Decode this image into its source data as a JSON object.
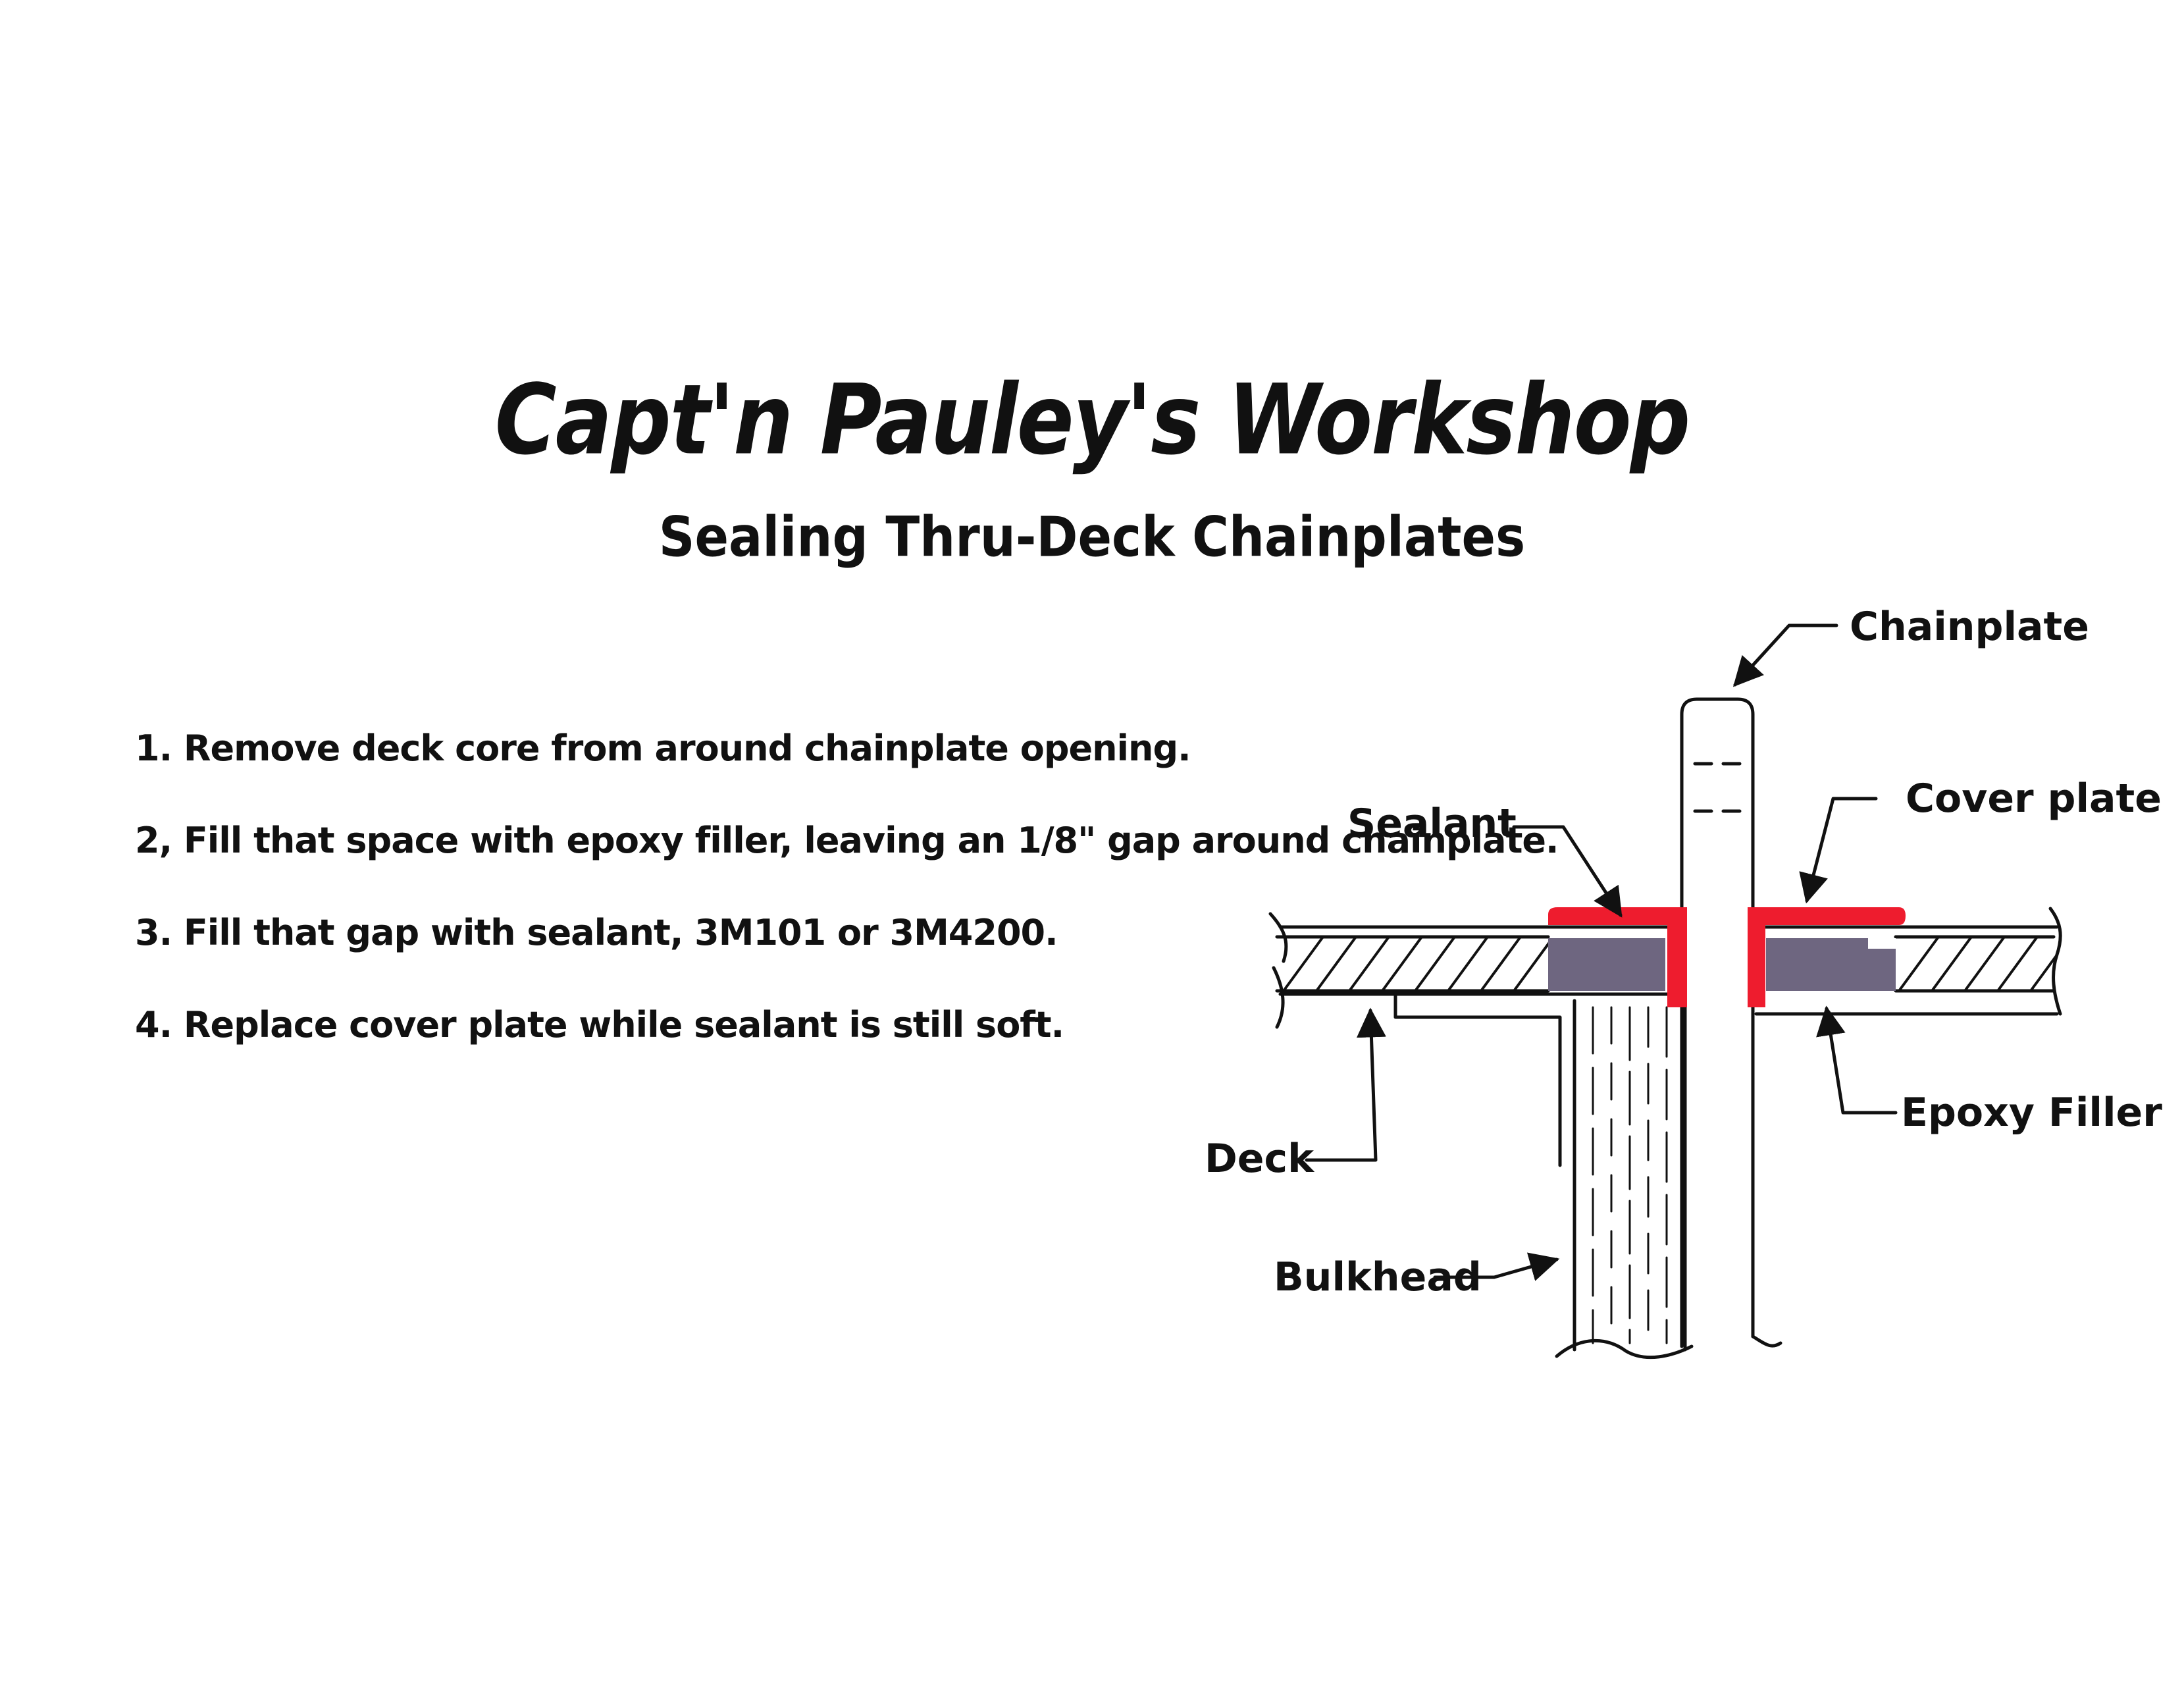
{
  "header": {
    "title": "Capt'n Pauley's Workshop",
    "subtitle": "Sealing Thru-Deck Chainplates"
  },
  "steps": [
    "1. Remove deck core from around chainplate opening.",
    "2, Fill that space with epoxy filler, leaving an 1/8\" gap around chainplate.",
    "3. Fill that gap with sealant, 3M101 or 3M4200.",
    "4. Replace cover plate while sealant is still soft."
  ],
  "diagram": {
    "labels": {
      "chainplate": "Chainplate",
      "sealant": "Sealant",
      "cover_plate": "Cover plate",
      "epoxy_filler": "Epoxy Filler",
      "deck": "Deck",
      "bulkhead": "Bulkhead"
    },
    "colors": {
      "sealant": "#ee1c2e",
      "epoxy_filler": "#6e6680",
      "line": "#111111"
    }
  }
}
